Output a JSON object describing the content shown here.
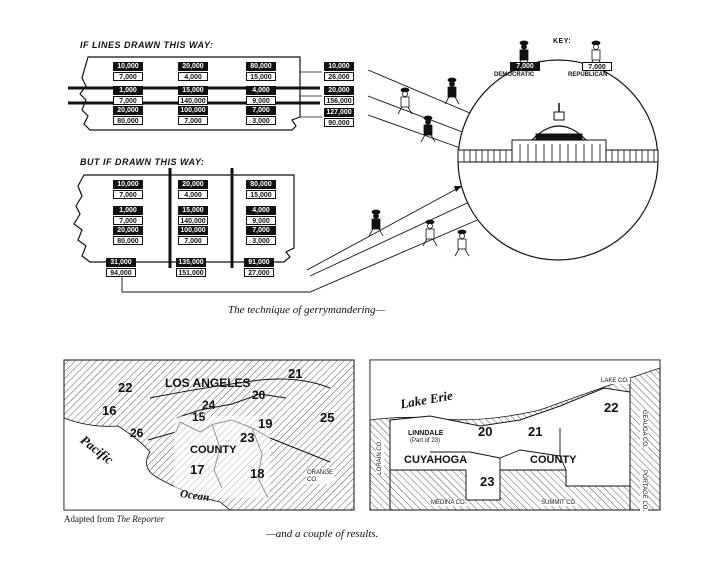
{
  "top": {
    "heading_a": "IF LINES DRAWN THIS WAY:",
    "heading_b": "BUT IF DRAWN THIS WAY:",
    "caption": "The technique of gerrymandering—",
    "key": {
      "title": "KEY:",
      "dem_value": "7,000",
      "rep_value": "7,000",
      "dem_label": "DEMOCRATIC",
      "rep_label": "REPUBLICAN"
    },
    "grid_a": [
      [
        {
          "d": "10,000",
          "r": "7,000"
        },
        {
          "d": "20,000",
          "r": "4,000"
        },
        {
          "d": "80,000",
          "r": "15,000"
        }
      ],
      [
        {
          "d": "1,000",
          "r": "7,000"
        },
        {
          "d": "15,000",
          "r": "140,000"
        },
        {
          "d": "4,000",
          "r": "9,000"
        }
      ],
      [
        {
          "d": "20,000",
          "r": "80,000"
        },
        {
          "d": "100,000",
          "r": "7,000"
        },
        {
          "d": "7,000",
          "r": "3,000"
        }
      ]
    ],
    "totals_a": [
      {
        "d": "10,000",
        "r": "26,000"
      },
      {
        "d": "20,000",
        "r": "156,000"
      },
      {
        "d": "127,000",
        "r": "90,000"
      }
    ],
    "grid_b": [
      [
        {
          "d": "10,000",
          "r": "7,000"
        },
        {
          "d": "20,000",
          "r": "4,000"
        },
        {
          "d": "80,000",
          "r": "15,000"
        }
      ],
      [
        {
          "d": "1,000",
          "r": "7,000"
        },
        {
          "d": "15,000",
          "r": "140,000"
        },
        {
          "d": "4,000",
          "r": "9,000"
        }
      ],
      [
        {
          "d": "20,000",
          "r": "80,000"
        },
        {
          "d": "100,000",
          "r": "7,000"
        },
        {
          "d": "7,000",
          "r": "3,000"
        }
      ]
    ],
    "totals_b": [
      {
        "d": "31,000",
        "r": "94,000"
      },
      {
        "d": "135,000",
        "r": "151,000"
      },
      {
        "d": "91,000",
        "r": "27,000"
      }
    ]
  },
  "bottom": {
    "caption": "—and a couple of results.",
    "credit_prefix": "Adapted from",
    "credit_source": "The Reporter",
    "la_map": {
      "title": "LOS ANGELES",
      "county": "COUNTY",
      "orange": "ORANGE\nCO.",
      "pacific": "Pacific",
      "ocean": "Ocean",
      "districts": [
        "21",
        "22",
        "16",
        "20",
        "24",
        "15",
        "26",
        "19",
        "23",
        "25",
        "17",
        "18"
      ]
    },
    "cuy_map": {
      "lake": "Lake Erie",
      "lake_co": "LAKE CO.",
      "geauga": "GEAUGA CO.",
      "lorain": "LORAIN CO.",
      "portage": "PORTAGE CO.",
      "medina": "MEDINA CO.",
      "summit": "SUMMIT CO.",
      "linndale": "LINNDALE",
      "linndale_note": "(Part of 23)",
      "cuyahoga": "CUYAHOGA",
      "county": "COUNTY",
      "districts": [
        "20",
        "21",
        "22",
        "23"
      ]
    }
  }
}
